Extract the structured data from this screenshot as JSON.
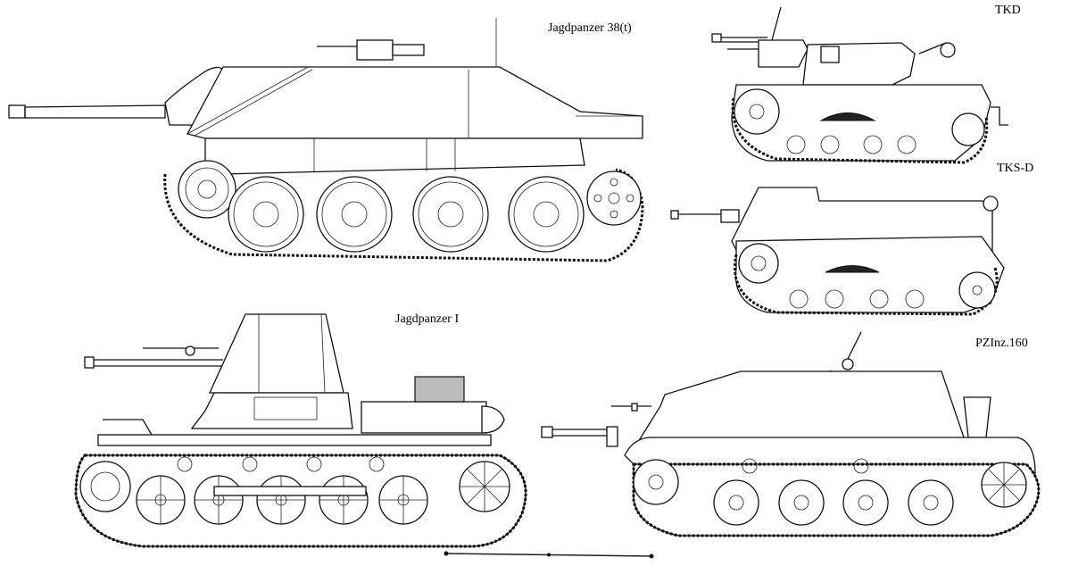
{
  "figure": {
    "type": "line-art comparison of tank destroyers (side profiles)",
    "background": "#ffffff",
    "line_color": "#111111"
  },
  "vehicles": [
    {
      "id": "jagdpanzer-38t",
      "label": "Jagdpanzer 38(t)",
      "position": "top-left"
    },
    {
      "id": "tkd",
      "label": "TKD",
      "position": "top-right"
    },
    {
      "id": "tks-d",
      "label": "TKS-D",
      "position": "middle-right"
    },
    {
      "id": "jagdpanzer-i",
      "label": "Jagdpanzer I",
      "position": "bottom-left"
    },
    {
      "id": "pzinz-160",
      "label": "PZInz.160",
      "position": "bottom-right"
    }
  ],
  "scale_bar": {
    "segments": 2,
    "ticks": 3,
    "label": ""
  }
}
